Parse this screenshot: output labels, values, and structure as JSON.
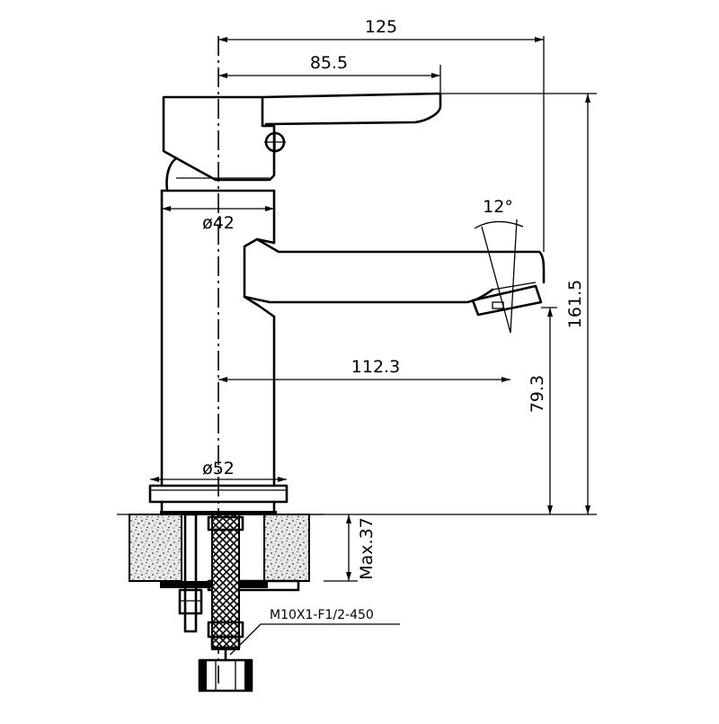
{
  "dimensions": {
    "overall_width": "125",
    "handle_reach": "85.5",
    "spout_angle": "12°",
    "body_diameter": "ø42",
    "spout_reach": "112.3",
    "overall_height": "161.5",
    "spout_height": "79.3",
    "base_diameter": "ø52",
    "max_deck_thickness": "Max.37"
  },
  "notes": {
    "hose_spec": "M10X1-F1/2-450"
  }
}
